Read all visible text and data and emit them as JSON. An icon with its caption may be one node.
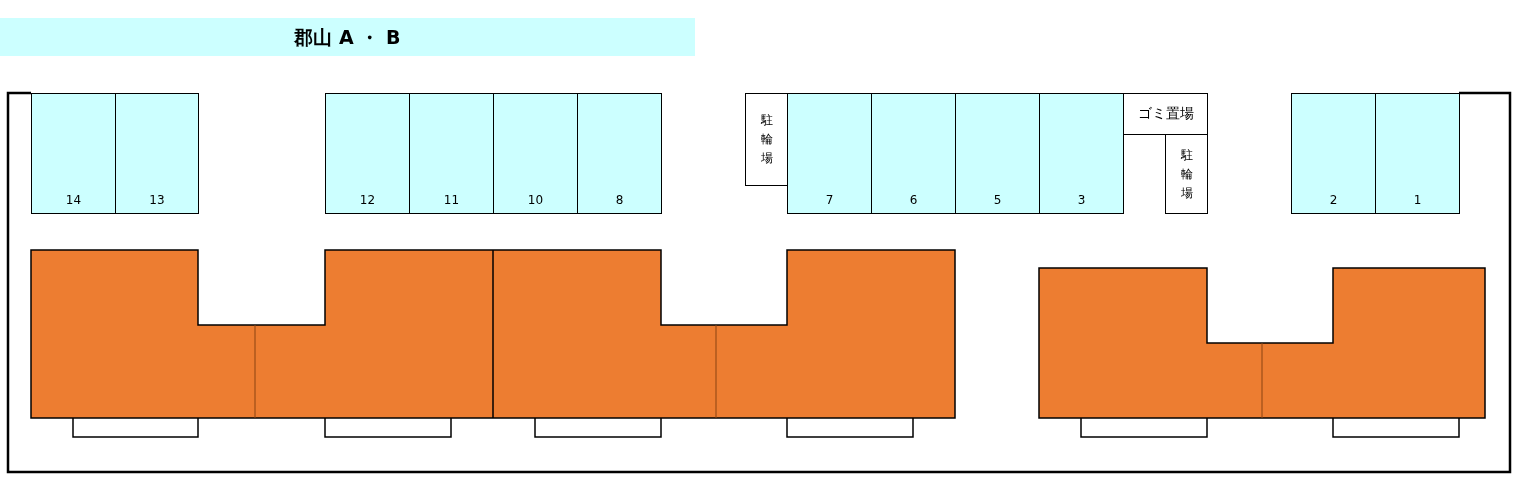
{
  "diagram": {
    "title": "郡山 A ・ B",
    "nodes": [
      {
        "text": [
          "14"
        ]
      },
      {
        "text": [
          "13"
        ]
      },
      {
        "text": [
          "12"
        ]
      },
      {
        "text": [
          "11"
        ]
      },
      {
        "text": [
          "10"
        ]
      },
      {
        "text": [
          "8"
        ]
      },
      {
        "text": [
          "駐輪場"
        ]
      },
      {
        "text": [
          "7"
        ]
      },
      {
        "text": [
          "6"
        ]
      },
      {
        "text": [
          "5"
        ]
      },
      {
        "text": [
          "3"
        ]
      },
      {
        "text": [
          "ゴミ置場"
        ]
      },
      {
        "text": [
          "駐輪場"
        ]
      },
      {
        "text": [
          "2"
        ]
      },
      {
        "text": [
          "1"
        ]
      }
    ],
    "edges": []
  }
}
